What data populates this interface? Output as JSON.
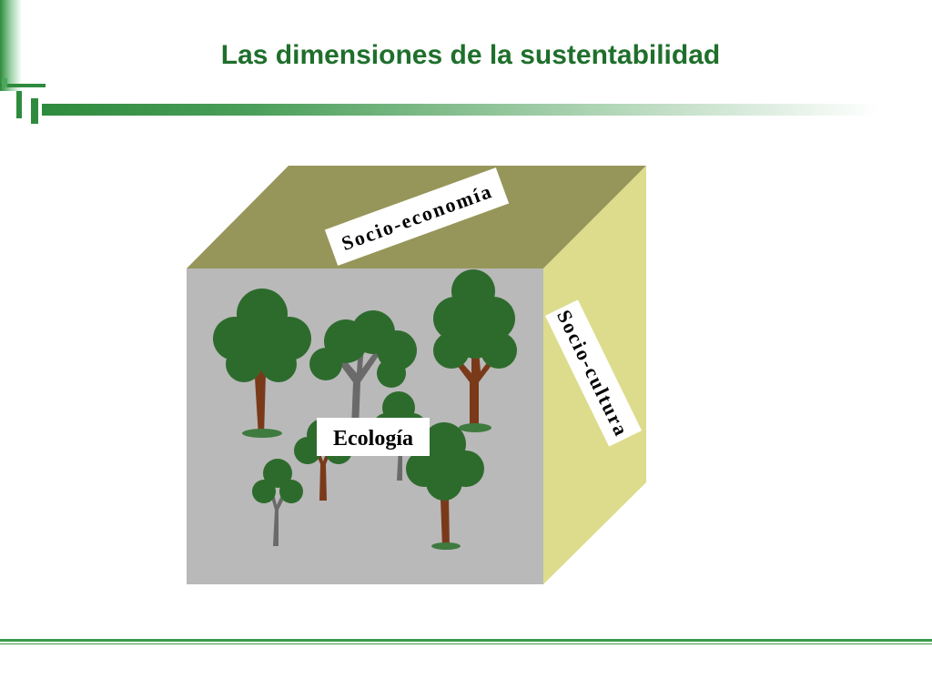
{
  "slide": {
    "title": "Las dimensiones de la sustentabilidad"
  },
  "diagram": {
    "faces": {
      "top": {
        "label": "Socio-economía",
        "color": "#96965a"
      },
      "front": {
        "label": "Ecología",
        "color": "#b9b9b9"
      },
      "side": {
        "label": "Socio-cultura",
        "color": "#dcdc8c"
      }
    },
    "colors": {
      "title": "#1f6f2c",
      "accent_green": "#2e8b3e",
      "foliage": "#2d6b2d",
      "trunk": "#7a3a1a"
    }
  }
}
